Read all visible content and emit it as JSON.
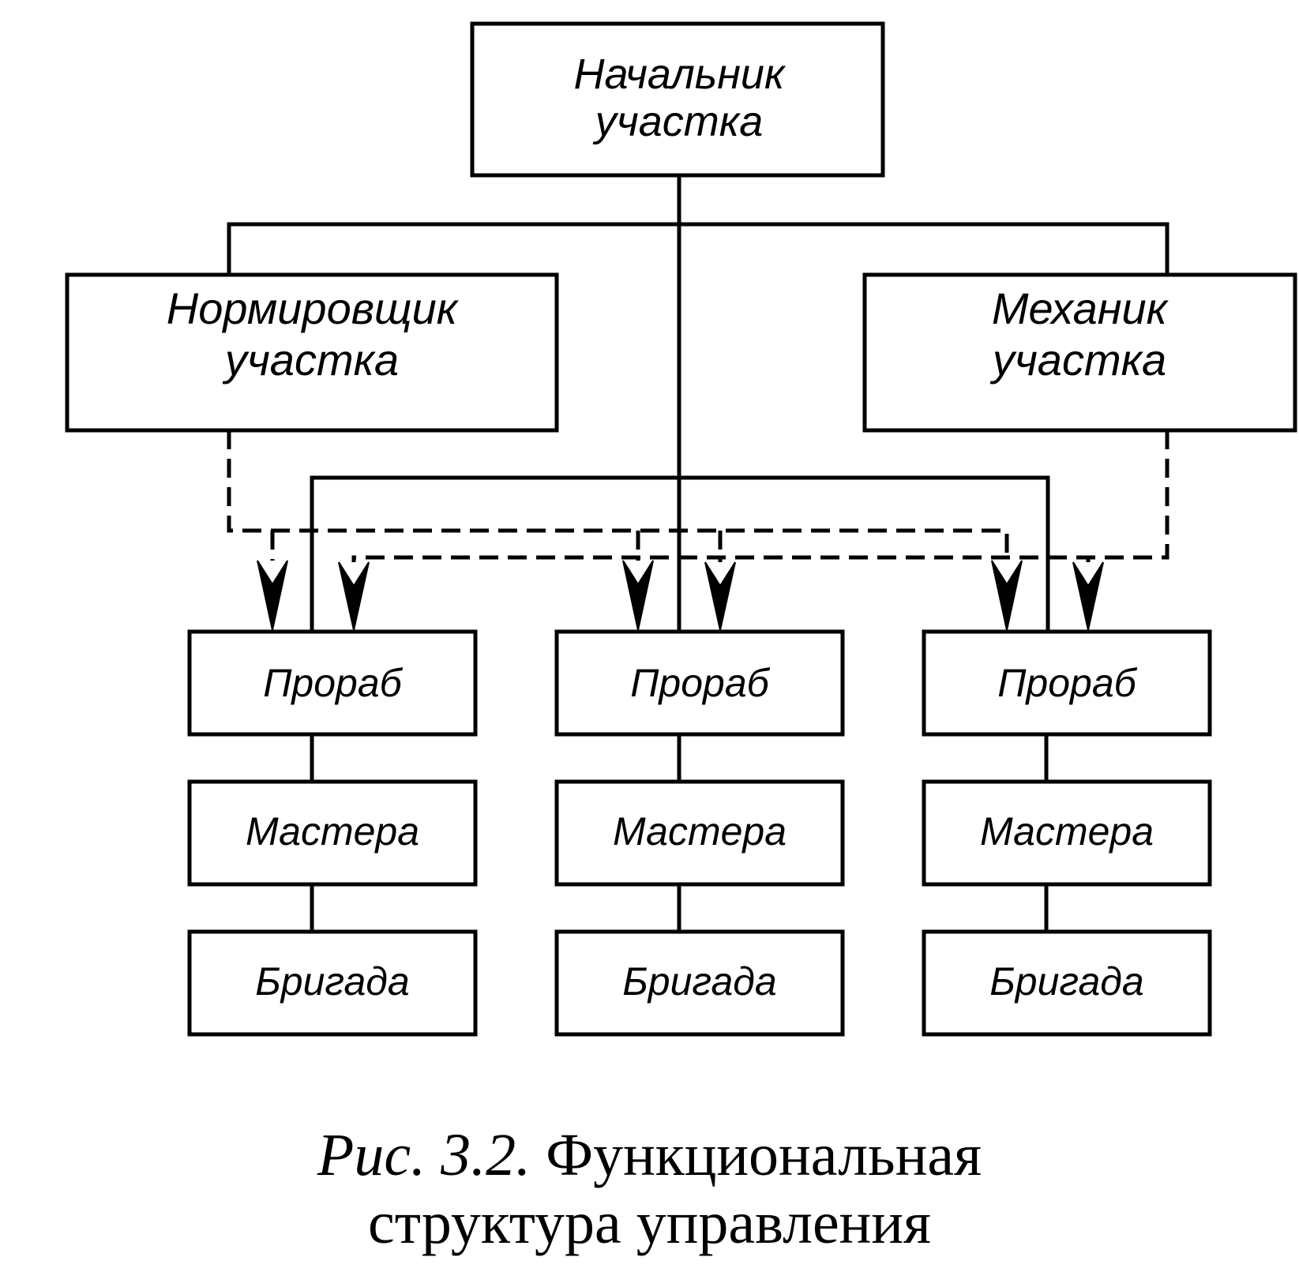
{
  "diagram": {
    "head": {
      "line1": "Начальник",
      "line2": "участка"
    },
    "normer": {
      "line1": "Нормировщик",
      "line2": "участка"
    },
    "mechanic": {
      "line1": "Механик",
      "line2": "участка"
    },
    "columns": [
      {
        "foreman": "Прораб",
        "masters": "Мастера",
        "brigade": "Бригада"
      },
      {
        "foreman": "Прораб",
        "masters": "Мастера",
        "brigade": "Бригада"
      },
      {
        "foreman": "Прораб",
        "masters": "Мастера",
        "brigade": "Бригада"
      }
    ]
  },
  "caption": {
    "figure_label": "Рис. 3.2.",
    "title_line1": "Функциональная",
    "title_line2": "структура управления"
  }
}
